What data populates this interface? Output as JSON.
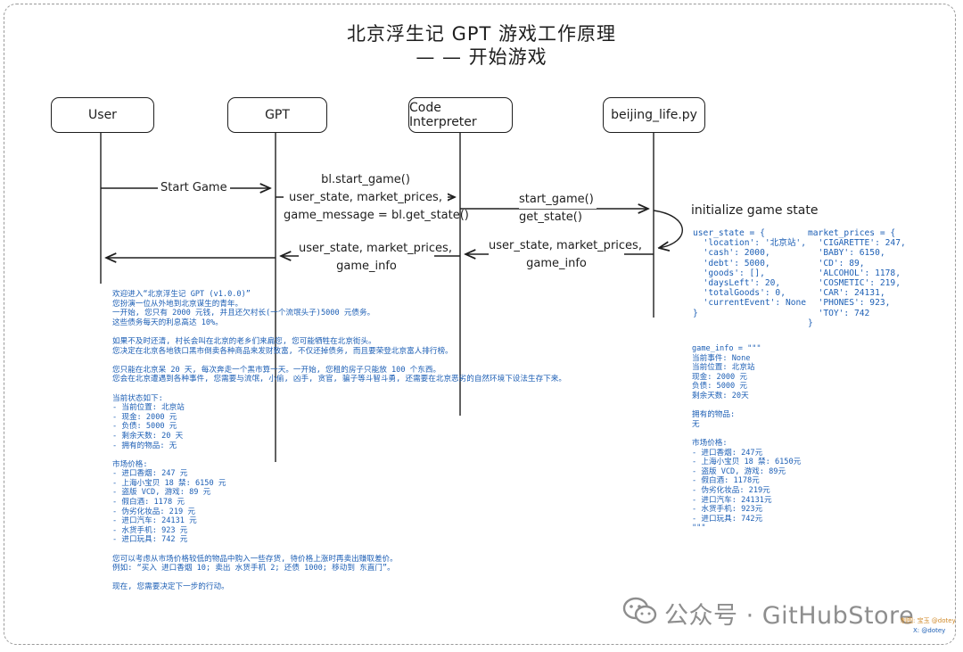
{
  "title": {
    "line1": "北京浮生记 GPT 游戏工作原理",
    "line2": "— — 开始游戏"
  },
  "participants": [
    "User",
    "GPT",
    "Code Interpreter",
    "beijing_life.py"
  ],
  "messages": {
    "m1": "Start Game",
    "m2": [
      "bl.start_game()",
      "user_state, market_prices,",
      "game_message = bl.get_state()"
    ],
    "m3": [
      "start_game()",
      "get_state()"
    ],
    "m4": "initialize game state",
    "m5": [
      "user_state, market_prices,",
      "game_info"
    ],
    "m6": [
      "user_state, market_prices,",
      "game_info"
    ]
  },
  "user_state_code": "user_state = {\n  'location': '北京站',\n  'cash': 2000,\n  'debt': 5000,\n  'goods': [],\n  'daysLeft': 20,\n  'totalGoods': 0,\n  'currentEvent': None\n}",
  "market_prices_code": "market_prices = {\n  'CIGARETTE': 247,\n  'BABY': 6150,\n  'CD': 89,\n  'ALCOHOL': 1178,\n  'COSMETIC': 219,\n  'CAR': 24131,\n  'PHONES': 923,\n  'TOY': 742\n}",
  "game_info_code": "game_info = \"\"\"\n当前事件: None\n当前位置: 北京站\n现金: 2000 元\n负债: 5000 元\n剩余天数: 20天\n\n拥有的物品:\n无\n\n市场价格:\n- 进口香烟: 247元\n- 上海小宝贝 18 禁: 6150元\n- 盗版 VCD, 游戏: 89元\n- 假白酒: 1178元\n- 伪劣化妆品: 219元\n- 进口汽车: 24131元\n- 水货手机: 923元\n- 进口玩具: 742元\n\"\"\"",
  "game_message": "欢迎进入“北京浮生记 GPT (v1.0.0)”\n您扮演一位从外地到北京谋生的青年。\n一开始, 您只有 2000 元钱, 并且还欠村长(一个流氓头子)5000 元债务。\n这些债务每天的利息高达 10%。\n\n如果不及时还清, 村长会叫在北京的老乡们来扁您, 您可能牺牲在北京街头。\n您决定在北京各地铁口黑市倒卖各种商品来发财致富, 不仅还掉债务, 而且要荣登北京富人排行榜。\n\n您只能在北京呆 20 天, 每次奔走一个黑市算一天。一开始, 您租的房子只能放 100 个东西。\n您会在北京遭遇到各种事件, 您需要与流氓, 小偷, 凶手, 贪官, 骗子等斗智斗勇, 还需要在北京恶劣的自然环境下设法生存下来。\n\n当前状态如下:\n- 当前位置: 北京站\n- 现金: 2000 元\n- 负债: 5000 元\n- 剩余天数: 20 天\n- 拥有的物品: 无\n\n市场价格:\n- 进口香烟: 247 元\n- 上海小宝贝 18 禁: 6150 元\n- 盗版 VCD, 游戏: 89 元\n- 假白酒: 1178 元\n- 伪劣化妆品: 219 元\n- 进口汽车: 24131 元\n- 水货手机: 923 元\n- 进口玩具: 742 元\n\n您可以考虑从市场价格较低的物品中购入一些存货, 待价格上涨时再卖出赚取差价。\n例如: “买入 进口香烟 10; 卖出 水货手机 2; 还债 1000; 移动到 东直门”。\n\n现在, 您需要决定下一步的行动。",
  "watermark": "公众号 · GitHubStore",
  "signature": {
    "line1": "制图: 宝玉 @dotey",
    "line2": "X: @dotey"
  },
  "colors": {
    "stroke": "#1e1e1e",
    "code": "#1d5fb5",
    "watermark": "#8e8e8e"
  }
}
